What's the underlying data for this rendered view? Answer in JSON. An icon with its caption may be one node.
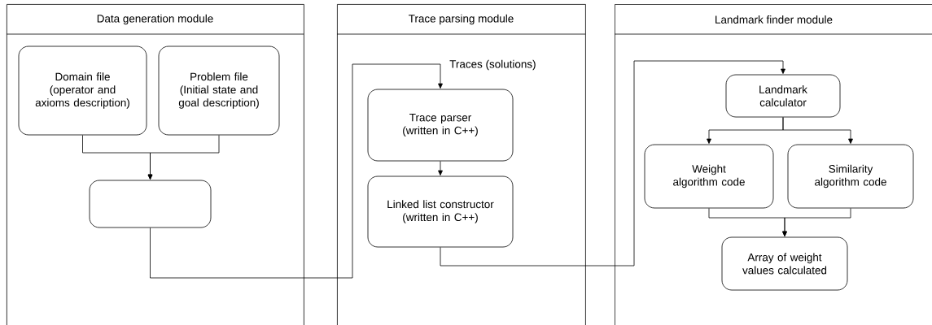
{
  "diagram": {
    "nodes": [
      {
        "text": [
          "Data generation module"
        ]
      },
      {
        "text": [
          "Domain file (operator and axioms description)"
        ],
        "in": 0
      },
      {
        "text": [
          "Problem file (Initial state and goal description)"
        ],
        "in": 0
      },
      {
        "text": [],
        "shape": "box",
        "in": 0
      },
      {
        "text": [
          "Trace parsing module"
        ]
      },
      {
        "text": [
          "Trace parser (written in C++)"
        ],
        "in": 4
      },
      {
        "text": [
          "Linked list constructor (written in C++)"
        ],
        "in": 4
      },
      {
        "text": [
          "Landmark finder module"
        ]
      },
      {
        "text": [
          "Landmark calculator"
        ],
        "in": 7
      },
      {
        "text": [
          "Weight algorithm code"
        ],
        "in": 7
      },
      {
        "text": [
          "Similarity algorithm code"
        ],
        "in": 7
      },
      {
        "text": [
          "Array of weight values calculated"
        ],
        "in": 7
      }
    ],
    "edges": [
      {
        "from": 1,
        "to": 3,
        "arrow": "to"
      },
      {
        "from": 2,
        "to": 3,
        "arrow": "to"
      },
      {
        "from": 3,
        "to": 5,
        "arrow": "to",
        "label": "Traces (solutions)"
      },
      {
        "from": 5,
        "to": 6,
        "arrow": "to"
      },
      {
        "from": 6,
        "to": 8,
        "arrow": "to"
      },
      {
        "from": 8,
        "to": 9,
        "arrow": "to"
      },
      {
        "from": 8,
        "to": 10,
        "arrow": "to"
      },
      {
        "from": 9,
        "to": 11,
        "arrow": "to"
      },
      {
        "from": 10,
        "to": 11,
        "arrow": "to"
      }
    ]
  }
}
